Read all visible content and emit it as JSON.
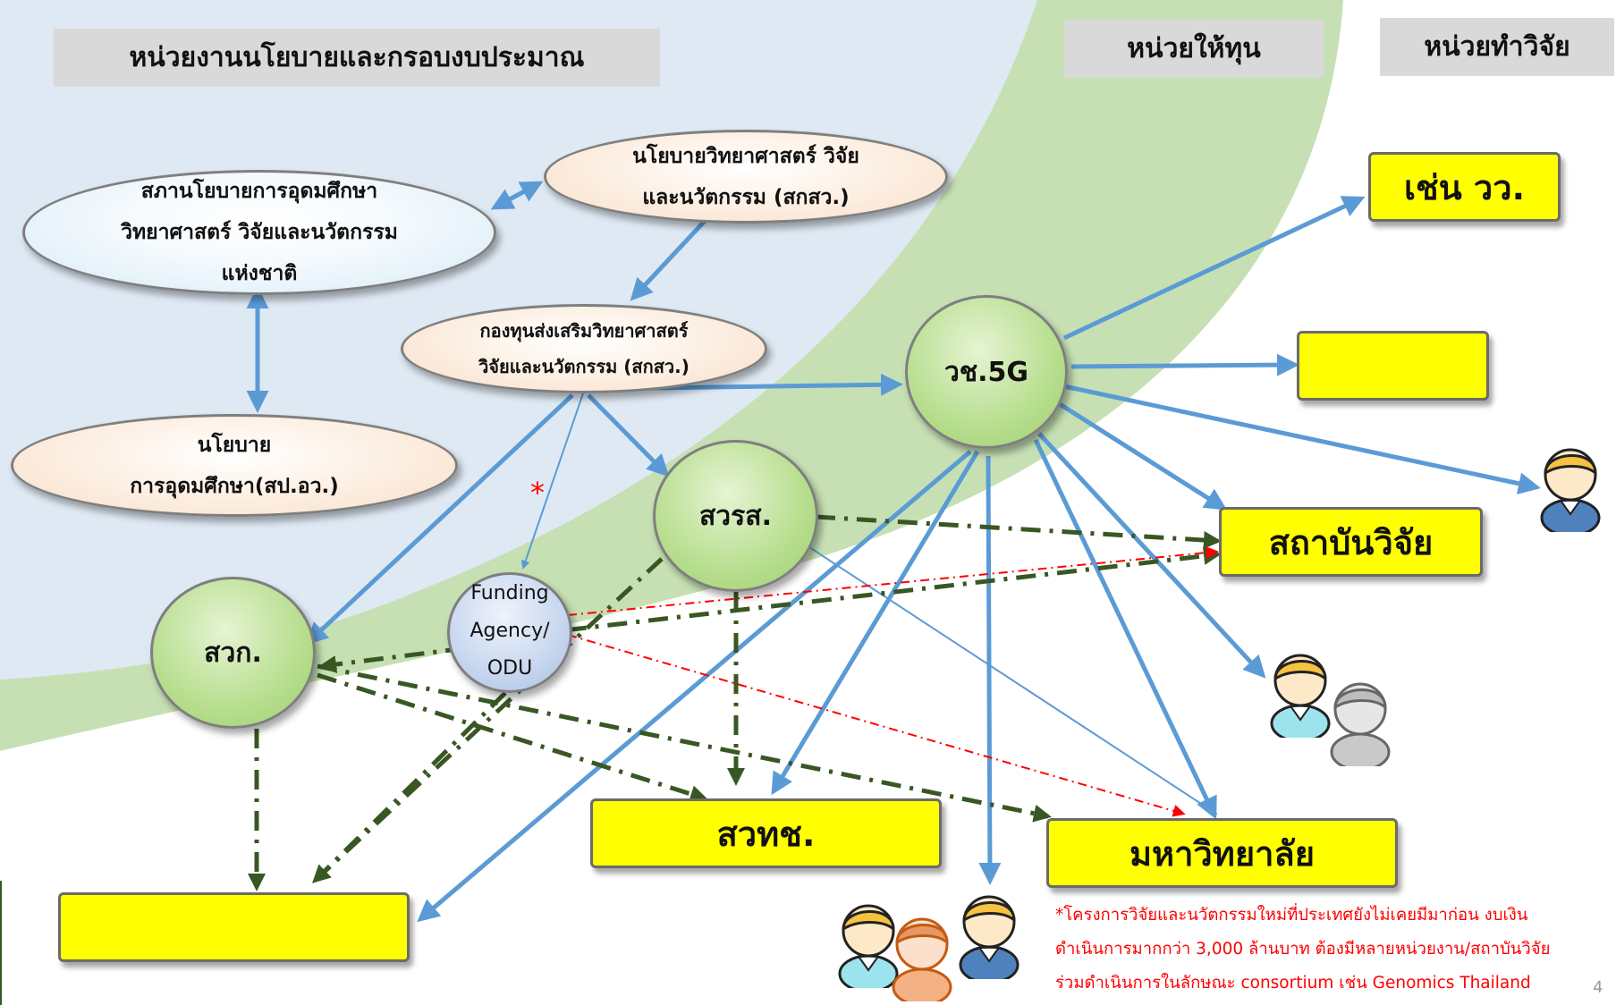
{
  "headers": {
    "policy": "หน่วยงานนโยบายและกรอบงบประมาณ",
    "funding": "หน่วยให้ทุน",
    "research": "หน่วยทำวิจัย"
  },
  "nodes": {
    "council": [
      "สภานโยบายการอุดมศึกษา",
      "วิทยาศาสตร์ วิจัยและนวัตกรรม",
      "แห่งชาติ"
    ],
    "sti_policy": [
      "นโยบายวิทยาศาสตร์ วิจัย",
      "และนวัตกรรม (สกสว.)"
    ],
    "fund": [
      "กองทุนส่งเสริมวิทยาศาสตร์",
      "วิจัยและนวัตกรรม (สกสว.)"
    ],
    "he_policy": [
      "นโยบาย",
      "การอุดมศึกษา(สป.อว.)"
    ],
    "vc5g": "วช.5G",
    "sworos": "สวรส.",
    "swok": "สวก.",
    "funding_agency": [
      "Funding",
      "Agency/",
      "ODU"
    ]
  },
  "research_units": {
    "eg": "เช่น วว.",
    "blank_top": "",
    "institute": "สถาบันวิจัย",
    "swothch": "สวทช.",
    "university": "มหาวิทยาลัย",
    "blank_bottom": ""
  },
  "asterisk": "*",
  "footnote": [
    "*โครงการวิจัยและนวัตกรรมใหม่ที่ประเทศยังไม่เคยมีมาก่อน งบเงิน",
    "ดำเนินการมากกว่า 3,000 ล้านบาท ต้องมีหลายหน่วยงาน/สถาบันวิจัย",
    "ร่วมดำเนินการในลักษณะ consortium เช่น Genomics Thailand"
  ],
  "page_number": "4",
  "colors": {
    "policy_zone": "#dfe9f4",
    "funding_zone": "#c6e0b4",
    "arrow_blue": "#5b9bd5",
    "arrow_dashdot": "#385723",
    "arrow_red": "#ff0000",
    "box_yellow": "#ffff00",
    "circle_green": "#b7de8e",
    "header_gray": "#d9d9d9"
  },
  "icons": [
    "person-icon"
  ]
}
